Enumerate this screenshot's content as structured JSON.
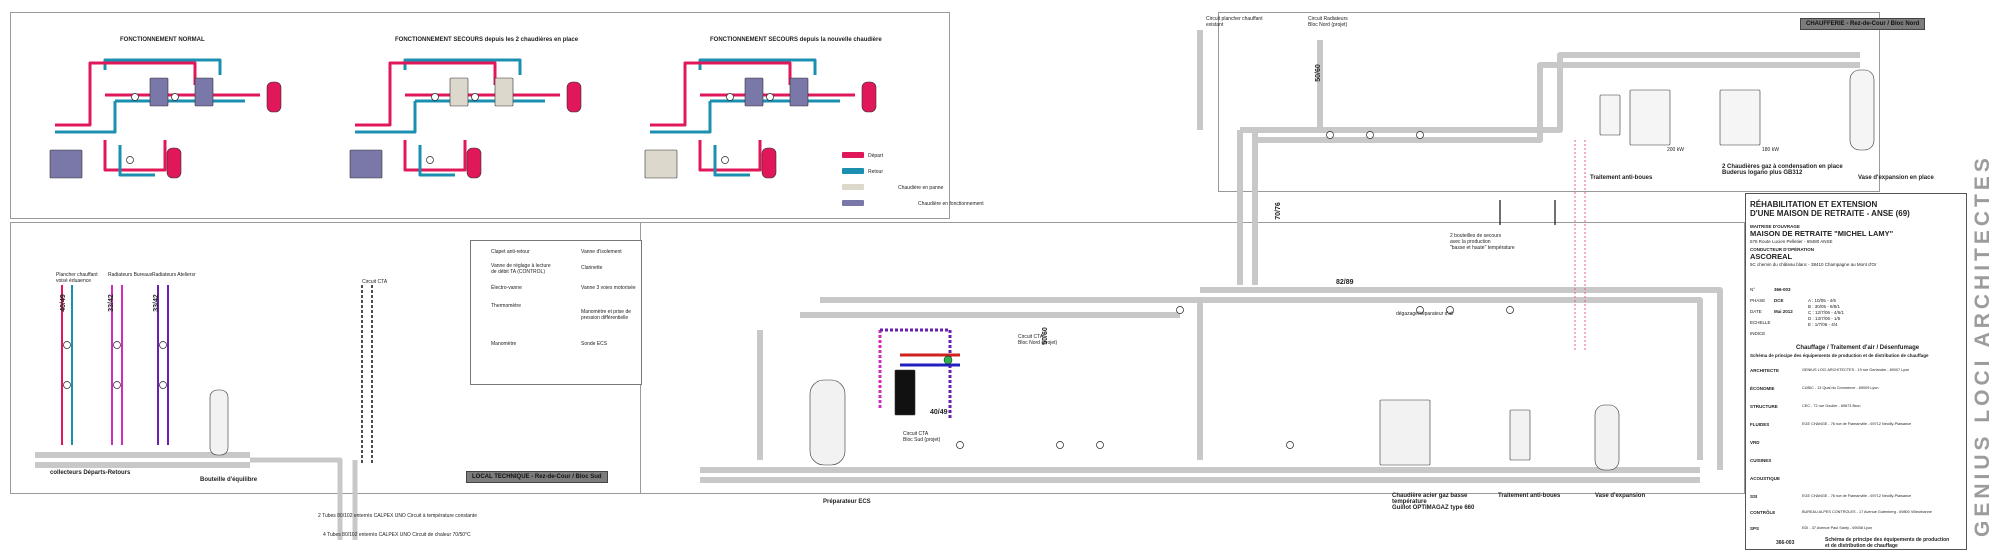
{
  "colors": {
    "depart": "#e0185a",
    "retour": "#1b8fb0",
    "chaudiere_en_panne": "#dcd8cc",
    "chaudiere_en_fonctionnement": "#7a78a8",
    "circuit_violet": "#6a1fb0",
    "circuit_magenta": "#d02cc0",
    "pipe_grey": "#c8c8c8"
  },
  "panels": {
    "normal": "FONCTIONNEMENT NORMAL",
    "secours_2": "FONCTIONNEMENT SECOURS depuis les 2 chaudières en place",
    "secours_new": "FONCTIONNEMENT SECOURS depuis la nouvelle chaudière"
  },
  "legend": {
    "depart": "Départ",
    "retour": "Retour",
    "panne": "Chaudière en panne",
    "fonctionnement": "Chaudière en fonctionnement"
  },
  "symbols": {
    "items": [
      "Clapet anti-retour",
      "Vanne de réglage à lecture de débit TA (CONTROL)",
      "Électro-vanne",
      "Thermomètre",
      "Manomètre",
      "Vanne d'isolement",
      "Clarinette",
      "Vanne 3 voies motorisée",
      "Manomètre et prise de pression différentielle",
      "Sonde ECS"
    ]
  },
  "local_tech": {
    "tag": "LOCAL TECHNIQUE - Rez-de-Cour / Bloc Sud",
    "col1": "Plancher chauffant\nvoisé éduaence",
    "col2": "Radiateurs Bureaux",
    "col3": "Radiateurs Ateliersr",
    "d1": "40/49",
    "d2": "33/42",
    "d3": "33/42",
    "collecteurs": "collecteurs Départs-Retours",
    "bouteille": "Bouteille d'équilibre",
    "circuit_cta": "Circuit CTA",
    "tube1": "2 Tubes 80/102 enterrés CALPEX UNO Circuit à température constante",
    "tube2": "4 Tubes 80/102 enterrés CALPEX UNO Circuit de chaleur 70/50°C"
  },
  "chaufferie": {
    "tag": "CHAUFFERIE - Rez-de-Cour / Bloc Nord",
    "circuit_plancher": "Circuit plancher chauffant\nexistant",
    "circuit_radiateurs": "Circuit Radiateurs\nBloc Nord (projet)",
    "d_50_60": "50/60",
    "d_70_76": "70/76",
    "d_82_89": "82/89",
    "d_50_60b": "50/60",
    "d_40_49": "40/49",
    "traitement_boues_top": "Traitement anti-boues",
    "chaudieres_gaz": "2 Chaudières gaz à condensation en place\nBuderus logano plus GB312",
    "vase_top": "Vase d'expansion en place",
    "kw1": "200 kW",
    "kw2": "180 kW",
    "sondes": "2 bouteilles de secours\navec la production\n\"basse et haute\" température",
    "degazage": "dégazage/séparateur d'air",
    "circuit_cta_top": "Circuit CTA\nBloc Nord (projet)",
    "circuit_cta_sud": "Circuit CTA\nBloc Sud (projet)",
    "preparateur": "Préparateur ECS",
    "chaudiere_acier": "Chaudière acier gaz basse\ntempérature\nGuillot OPTIMAGAZ type 660",
    "traitement_boues_bot": "Traitement anti-boues",
    "vase_bot": "Vase d'expansion"
  },
  "cartouche": {
    "project_title": "RÉHABILITATION ET EXTENSION\nD'UNE MAISON DE RETRAITE - ANSE (69)",
    "maitre_label": "MAITRISE D'OUVRAGE",
    "maitre": "MAISON DE RETRAITE \"MICHEL LAMY\"",
    "maitre_addr": "576 Route Lucien Pelletier - 69480 ANSE",
    "conducteur_label": "CONDUCTEUR D'OPÉRATION",
    "conducteur": "ASCOREAL",
    "conducteur_addr": "5C chemin du château blanc - 38410 Champagne au Mont d'Or",
    "n_label": "N°",
    "n_value": "366-003",
    "phase_label": "PHASE",
    "phase_value": "DCE",
    "date_label": "DATE",
    "date_value": "Mai 2012",
    "echelle_label": "ECHELLE",
    "indice_label": "INDICE",
    "revisions": [
      "A : 10/05 - 4/6",
      "B : 30/05 - 8/8/1",
      "C : 12/7/06 - 4/5/1",
      "D : 13/7/06 - 1/5",
      "E : 1/7/06 - 4/4"
    ],
    "lot": "Chauffage / Traitement d'air / Désenfumage",
    "lot_sub": "Schéma de principe des équipements de production et de distribution de chauffage",
    "roles": [
      {
        "k": "ARCHITECTE",
        "v": "GENIUS LOCI ARCHITECTES - 19 rue Gerlandre - 69007 Lyon"
      },
      {
        "k": "ÉCONOMIE",
        "v": "CUBIC - 13 Quai du Commerce - 69009 Lyon"
      },
      {
        "k": "STRUCTURE",
        "v": "CEC - 72 rue Goulier - 69673 Bron"
      },
      {
        "k": "FLUIDES",
        "v": "EGE CHANGE - 76 rue de Flamanville - 69712 Neuilly-Plaisance"
      },
      {
        "k": "VRD",
        "v": ""
      },
      {
        "k": "CUISINES",
        "v": ""
      },
      {
        "k": "ACOUSTIQUE",
        "v": ""
      },
      {
        "k": "SSI",
        "v": "EGE CHANGE - 76 rue de Flamanville - 69712 Neuilly-Plaisance"
      },
      {
        "k": "CONTRÔLE",
        "v": "BUREAU ALPES CONTROLES - 17 Avenue Gutenberg - 69800 Villeurbanne"
      },
      {
        "k": "SPS",
        "v": "EDI - 37 Avenue Paul Santy - 69008 Lyon"
      }
    ],
    "footer_num": "366-003",
    "footer_title": "Schéma de principe des équipements de production\net de distribution de chauffage",
    "brand": "GENIUS LOCI ARCHITECTES"
  }
}
